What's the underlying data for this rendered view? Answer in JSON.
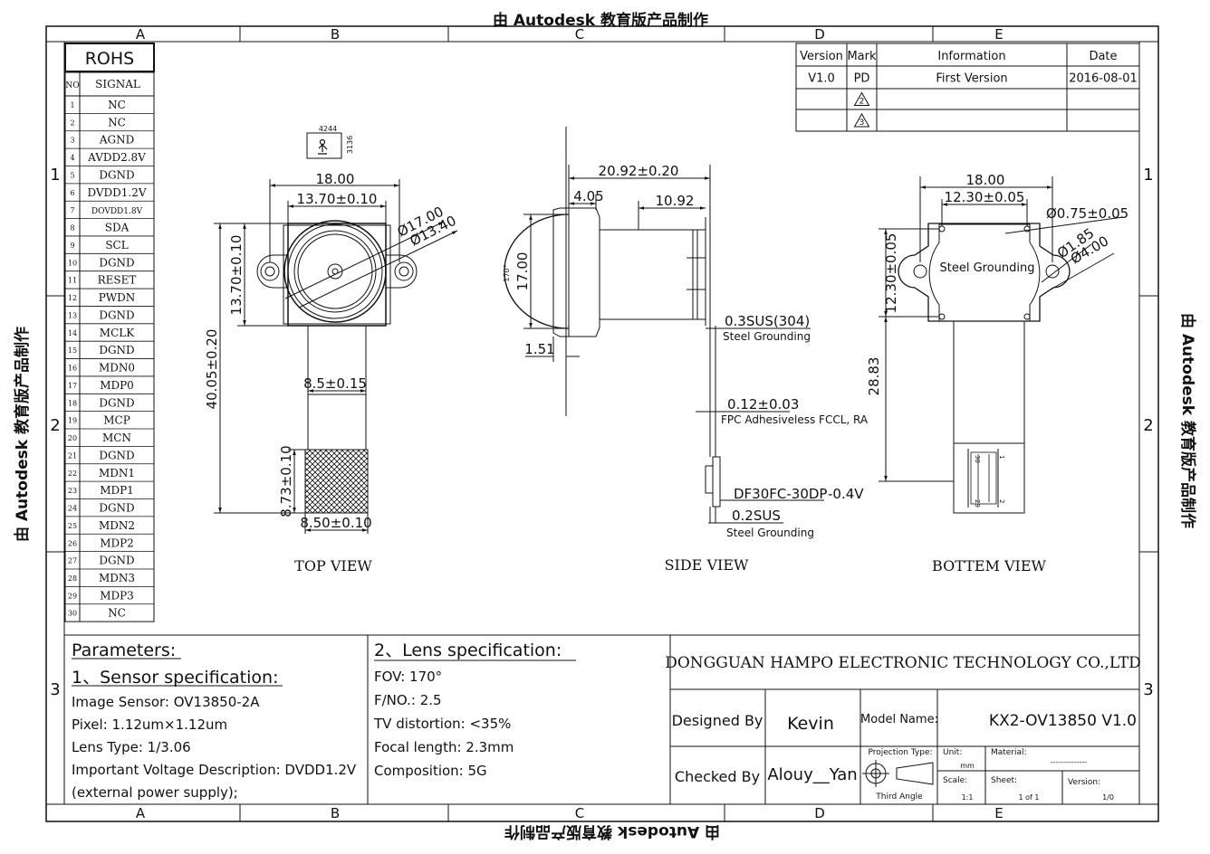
{
  "watermark": {
    "top": "由 Autodesk 教育版产品制作",
    "bottom": "由 Autodesk 教育版产品制作",
    "left": "由 Autodesk 教育版产品制作",
    "right": "由 Autodesk 教育版产品制作"
  },
  "grid": {
    "columns": [
      "A",
      "B",
      "C",
      "D",
      "E"
    ],
    "rows": [
      "1",
      "2",
      "3"
    ]
  },
  "rohs": "ROHS",
  "pin_table": {
    "header_no": "NO",
    "header_signal": "SIGNAL",
    "pins": [
      {
        "no": "1",
        "signal": "NC"
      },
      {
        "no": "2",
        "signal": "NC"
      },
      {
        "no": "3",
        "signal": "AGND"
      },
      {
        "no": "4",
        "signal": "AVDD2.8V"
      },
      {
        "no": "5",
        "signal": "DGND"
      },
      {
        "no": "6",
        "signal": "DVDD1.2V"
      },
      {
        "no": "7",
        "signal": "DOVDD1.8V"
      },
      {
        "no": "8",
        "signal": "SDA"
      },
      {
        "no": "9",
        "signal": "SCL"
      },
      {
        "no": "10",
        "signal": "DGND"
      },
      {
        "no": "11",
        "signal": "RESET"
      },
      {
        "no": "12",
        "signal": "PWDN"
      },
      {
        "no": "13",
        "signal": "DGND"
      },
      {
        "no": "14",
        "signal": "MCLK"
      },
      {
        "no": "15",
        "signal": "DGND"
      },
      {
        "no": "16",
        "signal": "MDN0"
      },
      {
        "no": "17",
        "signal": "MDP0"
      },
      {
        "no": "18",
        "signal": "DGND"
      },
      {
        "no": "19",
        "signal": "MCP"
      },
      {
        "no": "20",
        "signal": "MCN"
      },
      {
        "no": "21",
        "signal": "DGND"
      },
      {
        "no": "22",
        "signal": "MDN1"
      },
      {
        "no": "23",
        "signal": "MDP1"
      },
      {
        "no": "24",
        "signal": "DGND"
      },
      {
        "no": "25",
        "signal": "MDN2"
      },
      {
        "no": "26",
        "signal": "MDP2"
      },
      {
        "no": "27",
        "signal": "DGND"
      },
      {
        "no": "28",
        "signal": "MDN3"
      },
      {
        "no": "29",
        "signal": "MDP3"
      },
      {
        "no": "30",
        "signal": "NC"
      }
    ]
  },
  "revision": {
    "headers": [
      "Version",
      "Mark",
      "Information",
      "Date"
    ],
    "rows": [
      {
        "version": "V1.0",
        "mark": "PD",
        "info": "First Version",
        "date": "2016-08-01"
      },
      {
        "version": "",
        "mark": "2",
        "info": "",
        "date": ""
      },
      {
        "version": "",
        "mark": "3",
        "info": "",
        "date": ""
      }
    ]
  },
  "top_view": {
    "title": "TOP VIEW",
    "label_code1": "4244",
    "label_code2": "3136",
    "dim_width": "18.00",
    "dim_inner": "13.70±0.10",
    "dim_d1": "Ø17.00",
    "dim_d2": "Ø13.40",
    "dim_h_inner": "13.70±0.10",
    "dim_total": "40.05±0.20",
    "dim_fpc": "8.5±0.15",
    "dim_stiff_h": "8.73±0.10",
    "dim_stiff_w": "8.50±0.10"
  },
  "side_view": {
    "title": "SIDE VIEW",
    "angle": "170°",
    "dim_total": "20.92±0.20",
    "dim_lens": "4.05",
    "dim_body": "10.92",
    "dim_h": "17.00",
    "dim_151": "1.51",
    "sus_label": "0.3SUS(304)",
    "sus_sub": "Steel Grounding",
    "fpc_label": "0.12±0.03",
    "fpc_sub": "FPC Adhesiveless FCCL, RA",
    "conn_label": "DF30FC-30DP",
    "conn_suffix": "-0.4V",
    "sus2_label": "0.2SUS",
    "sus2_sub": "Steel Grounding"
  },
  "bottom_view": {
    "title": "BOTTEM VIEW",
    "dim_width": "18.00",
    "dim_holes": "12.30±0.05",
    "dim_pad": "Ø0.75±0.05",
    "dim_d1": "Ø1.85",
    "dim_d2": "Ø4.00",
    "dim_h": "12.30±0.05",
    "dim_len": "28.83",
    "ground": "Steel Grounding",
    "pin_a": "30",
    "pin_b": "1",
    "pin_c": "29",
    "pin_d": "2"
  },
  "parameters": {
    "title": "Parameters:",
    "sensor_title": "1、Sensor specification:",
    "lines": [
      "Image Sensor: OV13850-2A",
      "Pixel: 1.12um×1.12um",
      "Lens Type: 1/3.06",
      "Important Voltage Description: DVDD1.2V",
      "(external power supply);"
    ],
    "lens_title": "2、Lens specification:",
    "lens_lines": [
      "FOV: 170°",
      "F/NO.: 2.5",
      "TV distortion: <35%",
      "Focal length: 2.3mm",
      "Composition: 5G"
    ]
  },
  "title_block": {
    "company": "DONGGUAN HAMPO ELECTRONIC TECHNOLOGY CO.,LTD",
    "designed_by_label": "Designed By",
    "designed_by": "Kevin",
    "checked_by_label": "Checked By",
    "checked_by": "Alouy__Yan",
    "model_label": "Model Name:",
    "model": "KX2-OV13850 V1.0",
    "projection_label": "Projection Type:",
    "projection": "Third Angle",
    "unit_label": "Unit:",
    "unit": "mm",
    "material_label": "Material:",
    "material": "--------------",
    "scale_label": "Scale:",
    "scale": "1:1",
    "sheet_label": "Sheet:",
    "sheet": "1 of 1",
    "version_label": "Version:",
    "version": "1/0"
  }
}
